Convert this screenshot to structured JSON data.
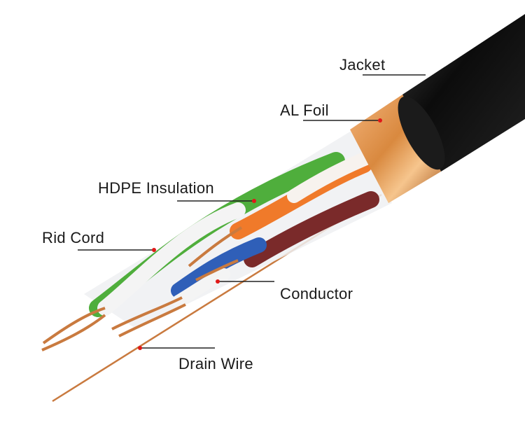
{
  "labels": {
    "jacket": "Jacket",
    "al_foil": "AL Foil",
    "hdpe_insulation": "HDPE Insulation",
    "rid_cord": "Rid Cord",
    "conductor": "Conductor",
    "drain_wire": "Drain Wire"
  },
  "colors": {
    "jacket": "#111111",
    "foil": "#d9893f",
    "green": "#4fae3c",
    "orange": "#f07a2a",
    "brown": "#7a2a2a",
    "blue": "#2f5fb8",
    "copper": "#c97a3f",
    "leader_dot": "#e01818"
  }
}
